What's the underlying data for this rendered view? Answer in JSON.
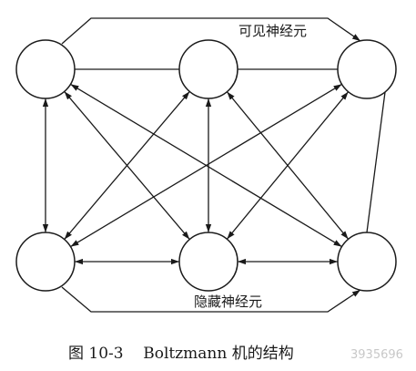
{
  "labels": {
    "visible": "可见神经元",
    "hidden": "隐藏神经元"
  },
  "caption": "图 10-3    Boltzmann 机的结构",
  "watermark": "3935696",
  "colors": {
    "line": "#1a1a1a",
    "background": "#ffffff"
  },
  "nodes": [
    {
      "id": "v1",
      "layer": "visible"
    },
    {
      "id": "v2",
      "layer": "visible"
    },
    {
      "id": "v3",
      "layer": "visible"
    },
    {
      "id": "h1",
      "layer": "hidden"
    },
    {
      "id": "h2",
      "layer": "hidden"
    },
    {
      "id": "h3",
      "layer": "hidden"
    }
  ],
  "connections": [
    {
      "from": "v1",
      "to": "v2",
      "kind": "line"
    },
    {
      "from": "v2",
      "to": "v3",
      "kind": "line"
    },
    {
      "from": "v1",
      "to": "v3",
      "kind": "top-loop",
      "arrow_end": true
    },
    {
      "from": "v1",
      "to": "h1",
      "kind": "bidirectional"
    },
    {
      "from": "v1",
      "to": "h2",
      "kind": "bidirectional"
    },
    {
      "from": "v1",
      "to": "h3",
      "kind": "bidirectional"
    },
    {
      "from": "v2",
      "to": "h1",
      "kind": "bidirectional"
    },
    {
      "from": "v2",
      "to": "h2",
      "kind": "bidirectional"
    },
    {
      "from": "v2",
      "to": "h3",
      "kind": "bidirectional"
    },
    {
      "from": "v3",
      "to": "h1",
      "kind": "bidirectional"
    },
    {
      "from": "v3",
      "to": "h2",
      "kind": "bidirectional"
    },
    {
      "from": "v3",
      "to": "h3",
      "kind": "line"
    },
    {
      "from": "h1",
      "to": "h2",
      "kind": "bidirectional"
    },
    {
      "from": "h2",
      "to": "h3",
      "kind": "bidirectional"
    },
    {
      "from": "h1",
      "to": "h3",
      "kind": "bottom-loop",
      "arrow_end": true
    }
  ]
}
